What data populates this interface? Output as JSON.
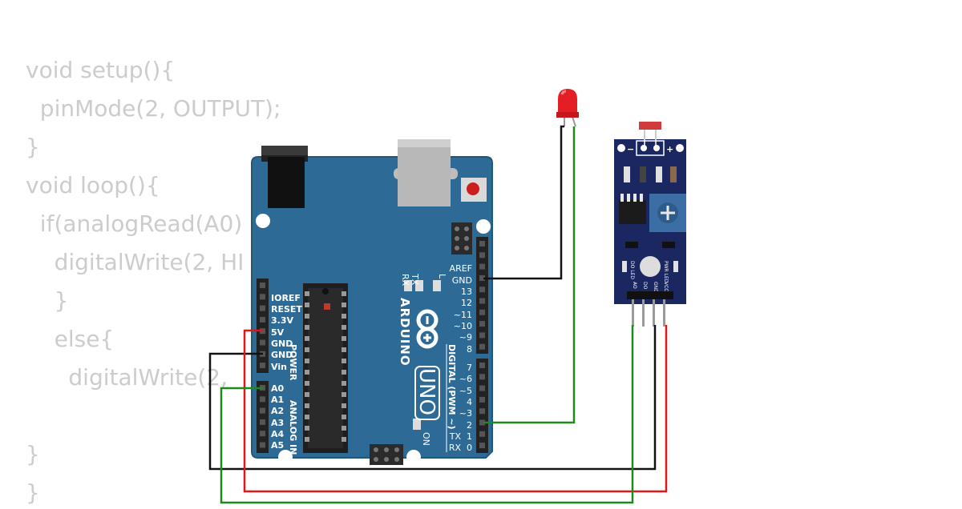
{
  "code": {
    "lines": [
      "void setup(){",
      "  pinMode(2, OUTPUT);",
      "}",
      "void loop(){",
      "  if(analogRead(A0)",
      "    digitalWrite(2, HI",
      "    }",
      "    else{",
      "      digitalWrite(2,",
      "",
      "}",
      "}"
    ]
  },
  "arduino": {
    "brand": "ARDUINO",
    "model": "UNO",
    "power_header_label": "POWER",
    "analog_header_label": "ANALOG IN",
    "digital_header_label": "DIGITAL (PWM ~)",
    "power_pins": [
      "IOREF",
      "RESET",
      "3.3V",
      "5V",
      "GND",
      "GND",
      "Vin"
    ],
    "analog_pins": [
      "A0",
      "A1",
      "A2",
      "A3",
      "A4",
      "A5"
    ],
    "digital_top_pins": [
      "AREF",
      "GND",
      "13",
      "12",
      "~11",
      "~10",
      "~9",
      "8"
    ],
    "digital_bottom_pins": [
      "7",
      "~6",
      "~5",
      "4",
      "~3",
      "2",
      "TX",
      "RX"
    ],
    "digital_bottom_extra": [
      "1",
      "0"
    ],
    "tx_label": "TX",
    "rx_label": "RX",
    "l_label": "L",
    "on_label": "ON"
  },
  "sensor": {
    "pins": [
      "AO",
      "DO",
      "GND",
      "VCC"
    ],
    "minus_label": "−",
    "plus_label": "+",
    "do_led_label": "DO LED",
    "pwr_led_label": "PWR LED"
  },
  "colors": {
    "board": "#2d6a96",
    "board_edge": "#235777",
    "sensor_board": "#1a2760",
    "wire_black": "#111111",
    "wire_red": "#e0161b",
    "wire_green": "#1c8a1c",
    "led": "#e31e24"
  }
}
